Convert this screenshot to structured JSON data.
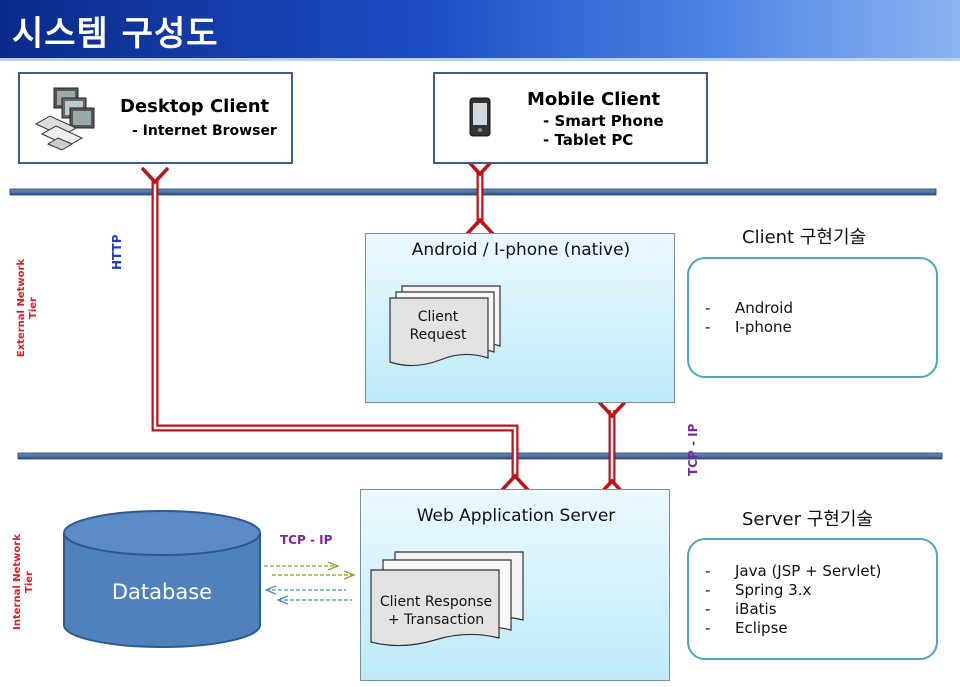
{
  "title": "시스템 구성도",
  "desktop": {
    "name": "Desktop Client",
    "detail": "- Internet Browser"
  },
  "mobile": {
    "name": "Mobile Client",
    "detail1": "- Smart Phone",
    "detail2": "- Tablet PC"
  },
  "labels": {
    "http": "HTTP",
    "external_1": "External Network",
    "external_2": "Tier",
    "internal_1": "Internal Network",
    "internal_2": "Tier",
    "tcpip_vertical": "TCP - IP",
    "tcpip_db": "TCP - IP"
  },
  "client_tier": {
    "panel_title": "Android / I-phone (native)",
    "doc_line1": "Client",
    "doc_line2": "Request"
  },
  "server_tier": {
    "panel_title": "Web Application Server",
    "doc_line1": "Client Response",
    "doc_line2": "+ Transaction"
  },
  "database_label": "Database",
  "client_tech": {
    "heading": "Client 구현기술",
    "items": [
      "Android",
      "I-phone"
    ]
  },
  "server_tech": {
    "heading": "Server 구현기술",
    "items": [
      "Java (JSP + Servlet)",
      "Spring 3.x",
      "iBatis",
      "Eclipse"
    ]
  },
  "colors": {
    "title_bg": "#1c4fc4",
    "connector": "#c0121a",
    "network_line": "#3b5f8e",
    "db_fill": "#4f81bd",
    "label_red": "#e31b23",
    "label_blue": "#1f3bd1",
    "label_purple": "#7a2a9e"
  }
}
